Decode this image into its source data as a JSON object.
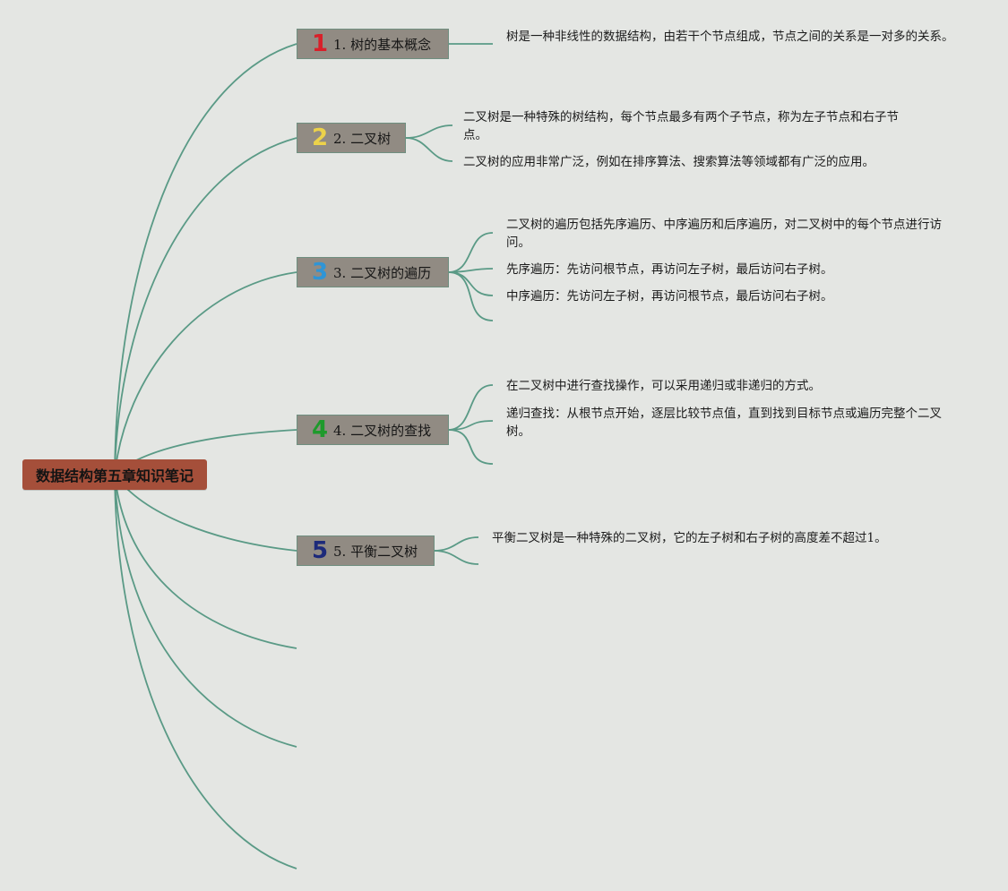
{
  "root": {
    "label": "数据结构第五章知识笔记"
  },
  "topics": [
    {
      "number": "1",
      "badge_color": "#d8202a",
      "label": "1. 树的基本概念",
      "notes": [
        "树是一种非线性的数据结构，由若干个节点组成，节点之间的关系是一对多的关系。"
      ]
    },
    {
      "number": "2",
      "badge_color": "#ecd24a",
      "label": "2. 二叉树",
      "notes": [
        "二叉树是一种特殊的树结构，每个节点最多有两个子节点，称为左子节点和右子节点。",
        "二叉树的应用非常广泛，例如在排序算法、搜索算法等领域都有广泛的应用。"
      ]
    },
    {
      "number": "3",
      "badge_color": "#2f95d6",
      "label": "3. 二叉树的遍历",
      "notes": [
        "二叉树的遍历包括先序遍历、中序遍历和后序遍历，对二叉树中的每个节点进行访问。",
        "先序遍历：先访问根节点，再访问左子树，最后访问右子树。",
        "中序遍历：先访问左子树，再访问根节点，最后访问右子树。"
      ]
    },
    {
      "number": "4",
      "badge_color": "#1e9a2c",
      "label": "4. 二叉树的查找",
      "notes": [
        "在二叉树中进行查找操作，可以采用递归或非递归的方式。",
        "递归查找：从根节点开始，逐层比较节点值，直到找到目标节点或遍历完整个二叉树。"
      ]
    },
    {
      "number": "5",
      "badge_color": "#1d2a7a",
      "label": "5. 平衡二叉树",
      "notes": [
        "平衡二叉树是一种特殊的二叉树，它的左子树和右子树的高度差不超过1。"
      ]
    }
  ]
}
